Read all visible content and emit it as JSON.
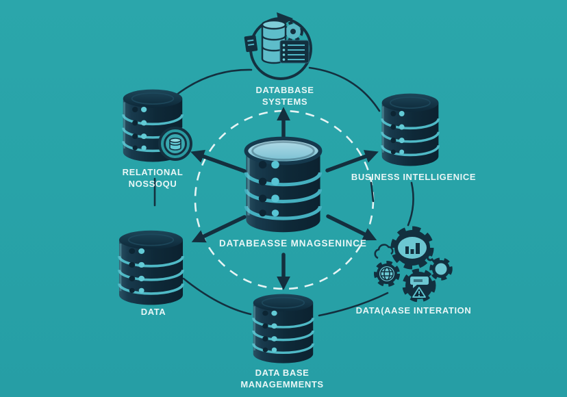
{
  "diagram": {
    "title_implicit": "Database concept diagram",
    "center": {
      "label": "DATABEASSE MNAGSENINCE",
      "icon": "database-cylinder"
    },
    "top": {
      "line1": "DATABBASE",
      "line2": "SYSTEMS",
      "icon": "data-cycle-circle"
    },
    "left": {
      "line1": "RELATIONAL",
      "line2": "NOSSOQU",
      "icon": "database-cylinder-with-badge"
    },
    "right": {
      "label": "BUSINESS INTELLIGENICE",
      "icon": "database-cylinder"
    },
    "bottom_left": {
      "label": "DATA",
      "icon": "database-cylinder"
    },
    "bottom_right": {
      "label": "DATA(AASE INTERATION",
      "icon": "gears-analytics-cluster"
    },
    "bottom_center": {
      "line1": "DATA BASE",
      "line2": "MANAGEMMENTS",
      "icon": "database-cylinder"
    }
  },
  "colors": {
    "background": "#28a3a8",
    "dark_navy": "#132e3d",
    "teal_accent": "#5fc2ce",
    "light_dot": "#6fd3dc",
    "cylinder_top_light": "#a9d6e2",
    "label_text": "#e9f6f6",
    "dashed_ring": "#e6f4f4"
  }
}
